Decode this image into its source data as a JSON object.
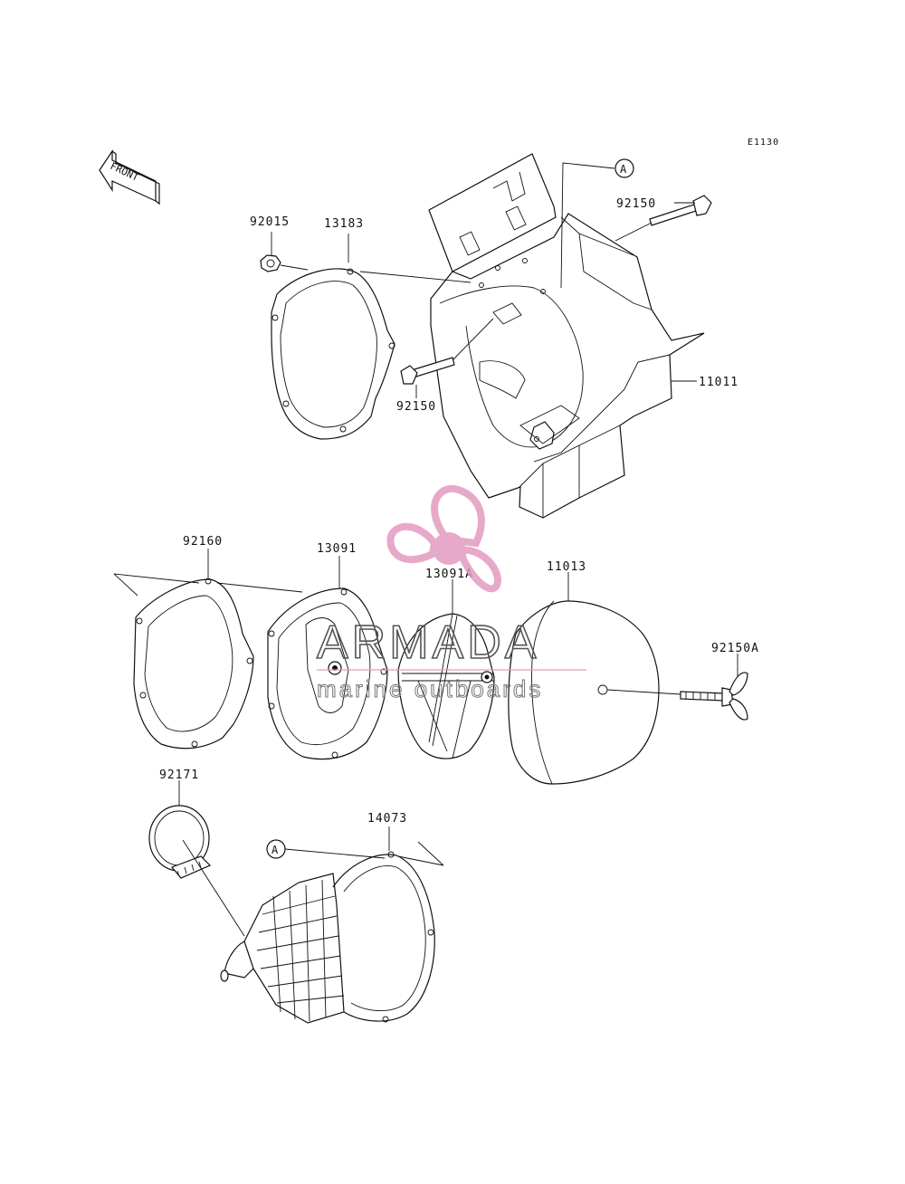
{
  "diagram": {
    "ref_code": "E1130",
    "front_label": "FRONT",
    "callout_a": "A",
    "parts": [
      {
        "number": "92015"
      },
      {
        "number": "13183"
      },
      {
        "number": "92150"
      },
      {
        "number": "92150"
      },
      {
        "number": "11011"
      },
      {
        "number": "92160"
      },
      {
        "number": "13091"
      },
      {
        "number": "13091A"
      },
      {
        "number": "11013"
      },
      {
        "number": "92150A"
      },
      {
        "number": "92171"
      },
      {
        "number": "14073"
      }
    ]
  },
  "watermark": {
    "brand": "ARMADA",
    "tagline": "marine outboards",
    "colors": {
      "logo": "#e39bc0",
      "text": "#555555"
    }
  }
}
